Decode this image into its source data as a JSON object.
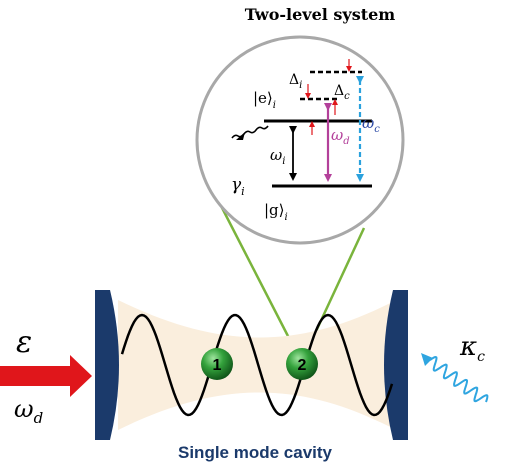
{
  "title": "Two-level system",
  "cavity_label": "Single mode cavity",
  "drive": {
    "amplitude_symbol": "ε",
    "freq_symbol": "ω",
    "freq_sub": "d"
  },
  "decay": {
    "symbol": "κ",
    "sub": "c"
  },
  "atoms": [
    "1",
    "2"
  ],
  "levels": {
    "excited_base": "|e⟩",
    "excited_sub": "i",
    "ground_base": "|g⟩",
    "ground_sub": "i",
    "omega_i_base": "ω",
    "omega_i_sub": "i",
    "gamma_base": "γ",
    "gamma_sub": "i",
    "delta_i_base": "Δ",
    "delta_i_sub": "i",
    "delta_c_base": "Δ",
    "delta_c_sub": "c",
    "omega_d_base": "ω",
    "omega_d_sub": "d",
    "omega_c_base": "ω",
    "omega_c_sub": "c"
  },
  "colors": {
    "mirror": "#1b3a6b",
    "mode_fill": "#faeedd",
    "drive_arrow": "#e0161b",
    "decay_wave": "#2fa5e0",
    "magnification": "#7ab43c",
    "circle_stroke": "#a8a8a8",
    "atom": "#2f9a3a",
    "omega_d_arrow": "#b3409a",
    "omega_c_arrow": "#2aa1dd",
    "small_arrows": "#e0161b"
  }
}
